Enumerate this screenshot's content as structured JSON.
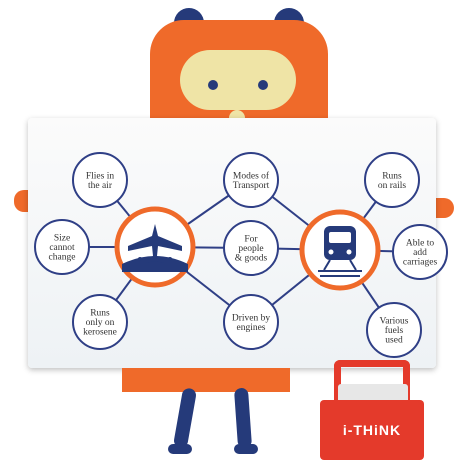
{
  "colors": {
    "orange": "#ef6a2a",
    "navy": "#253a7a",
    "face": "#efe4a6",
    "red": "#e43a2b",
    "line": "#2f3f86"
  },
  "diagram": {
    "center_topic": [
      "For",
      "people",
      "& goods"
    ],
    "left_item": "airplane-icon",
    "right_item": "train-icon",
    "left_bubbles": [
      [
        "Flies in",
        "the air"
      ],
      [
        "Size",
        "cannot",
        "change"
      ],
      [
        "Runs",
        "only on",
        "kerosene"
      ]
    ],
    "shared_bubbles": [
      [
        "Modes of",
        "Transport"
      ],
      [
        "For",
        "people",
        "& goods"
      ],
      [
        "Driven by",
        "engines"
      ]
    ],
    "right_bubbles": [
      [
        "Runs",
        "on rails"
      ],
      [
        "Able to",
        "add",
        "carriages"
      ],
      [
        "Various",
        "fuels",
        "used"
      ]
    ]
  },
  "toolbox": {
    "brand": "i-THiNK"
  }
}
